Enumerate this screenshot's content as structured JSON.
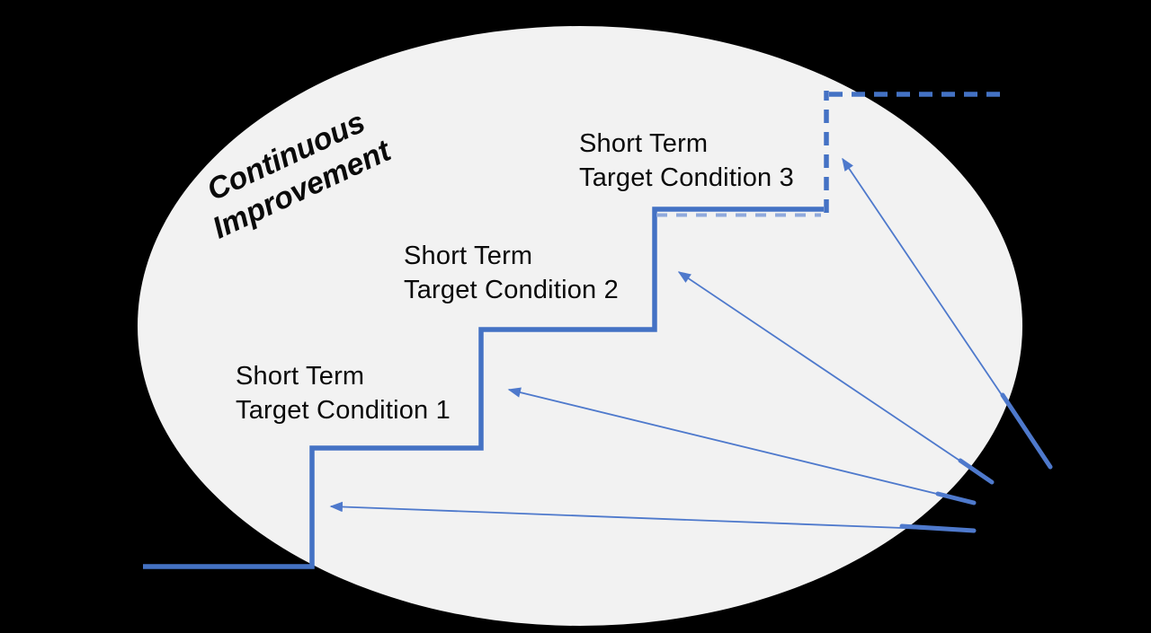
{
  "diagram": {
    "ellipse_label": "Continuous\nImprovement",
    "step_labels": [
      "Short Term\nTarget Condition 1",
      "Short Term\nTarget Condition 2",
      "Short Term\nTarget Condition 3"
    ],
    "colors": {
      "background": "#000000",
      "ellipse_fill": "#F2F2F2",
      "accent_blue": "#4472C4",
      "arrow_blue": "#4E79CC",
      "dash_overlay_blue": "#8FA9DC",
      "text": "#0A0A0A"
    }
  }
}
